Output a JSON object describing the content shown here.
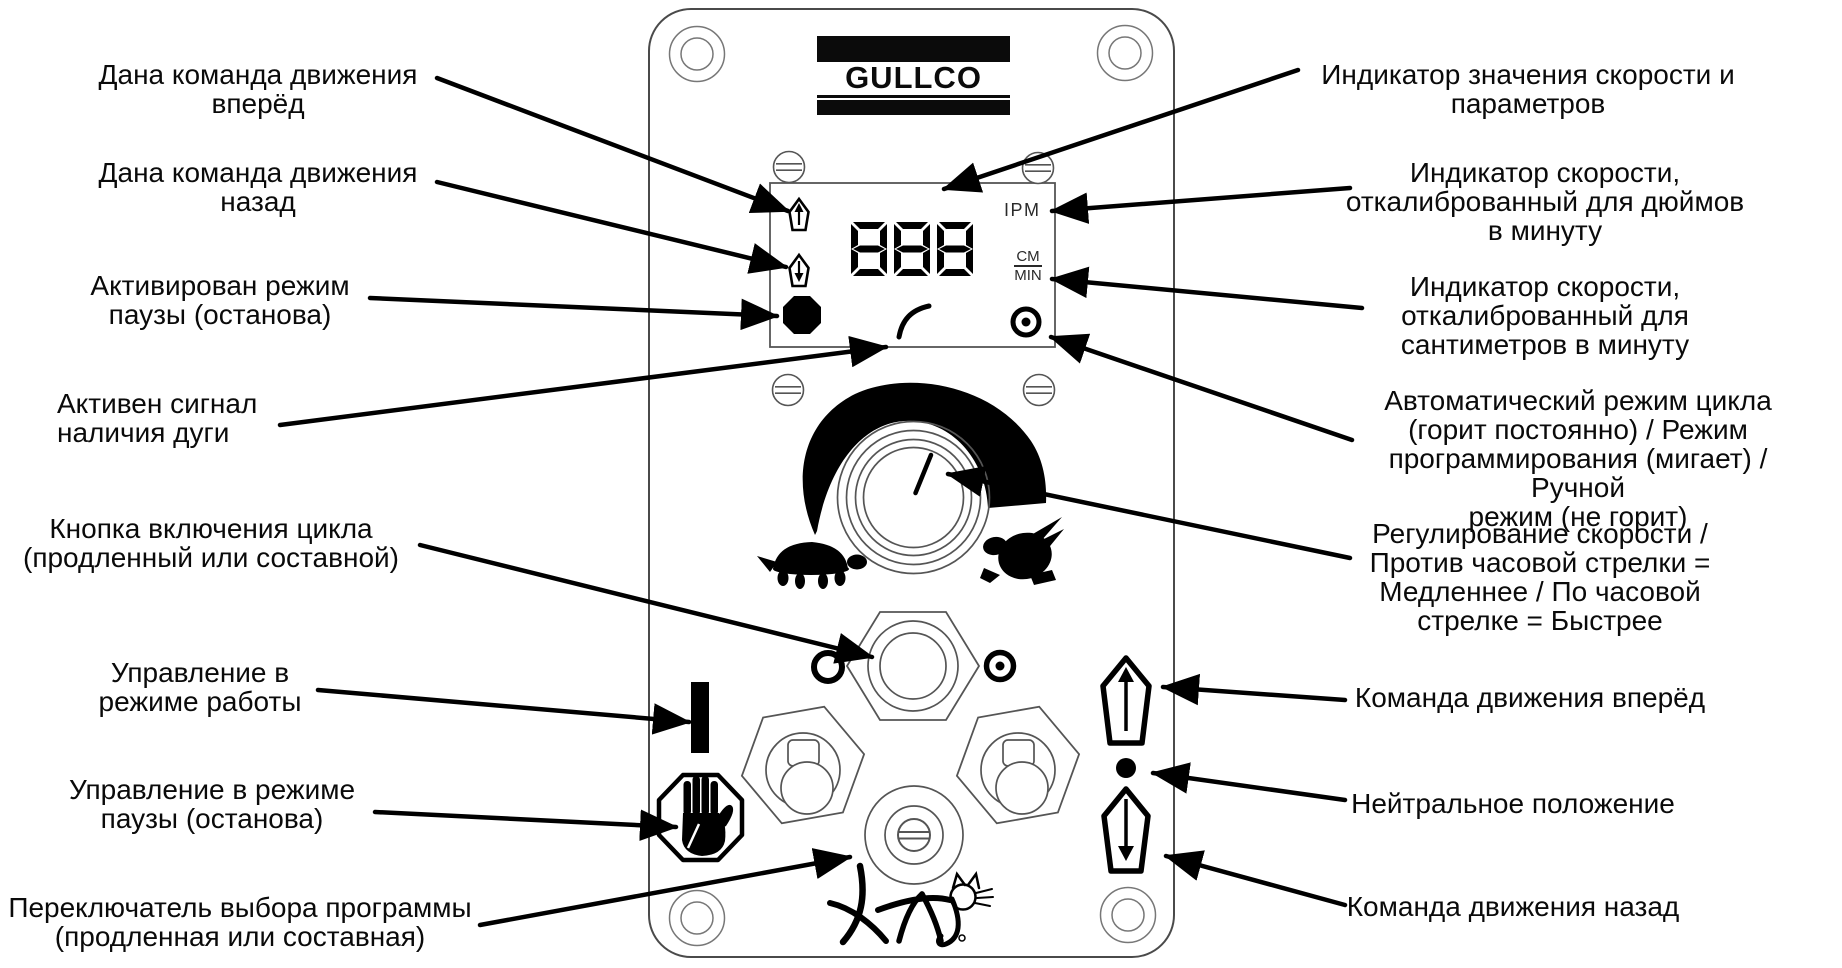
{
  "logo": {
    "text": "GULLCO"
  },
  "display": {
    "value": "888",
    "unit_ipm": "IPM",
    "unit_cm": "CM",
    "unit_min": "MIN"
  },
  "callouts_left": [
    {
      "text": "Дана команда движения\nвперёд"
    },
    {
      "text": "Дана команда движения\nназад"
    },
    {
      "text": "Активирован режим\nпаузы (останова)"
    },
    {
      "text": "Активен сигнал\nналичия дуги"
    },
    {
      "text": "Кнопка включения цикла\n(продленный или составной)"
    },
    {
      "text": "Управление в\nрежиме работы"
    },
    {
      "text": "Управление в режиме\nпаузы (останова)"
    },
    {
      "text": "Переключатель выбора программы\n(продленная или составная)"
    }
  ],
  "callouts_right": [
    {
      "text": "Индикатор значения скорости и\nпараметров"
    },
    {
      "text": "Индикатор скорости,\nоткалиброванный для дюймов\nв минуту"
    },
    {
      "text": "Индикатор скорости,\nоткалиброванный для\nсантиметров в минуту"
    },
    {
      "text": "Автоматический режим цикла\n(горит постоянно) / Режим\nпрограммирования (мигает) / Ручной\nрежим (не горит)"
    },
    {
      "text": "Регулирование скорости /\nПротив часовой стрелки =\nМедленнее / По часовой\nстрелке = Быстрее"
    },
    {
      "text": "Команда движения вперёд"
    },
    {
      "text": "Нейтральное положение"
    },
    {
      "text": "Команда движения назад"
    }
  ],
  "colors": {
    "ink": "#000000",
    "panel_line": "#4a4a4a"
  }
}
